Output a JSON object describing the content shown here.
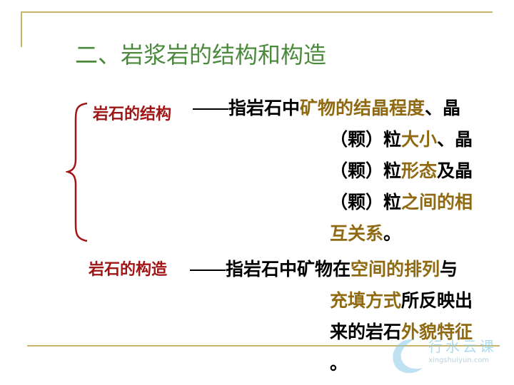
{
  "title": "二、岩浆岩的结构和构造",
  "colors": {
    "title": "#4b8a3c",
    "label": "#a01515",
    "highlight": "#8f6a12",
    "rule": "#c8b46a"
  },
  "structure": {
    "label": "岩石的结构",
    "dash": "——",
    "lines": [
      [
        {
          "t": "指岩石中",
          "hl": false
        },
        {
          "t": "矿物的结晶程度",
          "hl": true
        },
        {
          "t": "、晶",
          "hl": false
        }
      ],
      [
        {
          "t": "（颗）粒",
          "hl": false
        },
        {
          "t": "大小",
          "hl": true
        },
        {
          "t": "、晶",
          "hl": false
        }
      ],
      [
        {
          "t": "（颗）粒",
          "hl": false
        },
        {
          "t": "形态",
          "hl": true
        },
        {
          "t": "及晶",
          "hl": false
        }
      ],
      [
        {
          "t": "（颗）粒",
          "hl": false
        },
        {
          "t": "之间的相",
          "hl": true
        }
      ],
      [
        {
          "t": "互关系",
          "hl": true
        },
        {
          "t": "。",
          "hl": false
        }
      ]
    ]
  },
  "construction": {
    "label": "岩石的构造",
    "dash": "——",
    "lines": [
      [
        {
          "t": "指岩石中矿物在",
          "hl": false
        },
        {
          "t": "空间的排列",
          "hl": true
        },
        {
          "t": "与",
          "hl": false
        }
      ],
      [
        {
          "t": "充填方式",
          "hl": true
        },
        {
          "t": "所反映出",
          "hl": false
        }
      ],
      [
        {
          "t": "来的岩石",
          "hl": false
        },
        {
          "t": "外貌特征",
          "hl": true
        }
      ],
      [
        {
          "t": "。",
          "hl": false
        }
      ]
    ]
  },
  "watermark": {
    "name": "行水云课",
    "url": "xingshuiyun.com"
  }
}
